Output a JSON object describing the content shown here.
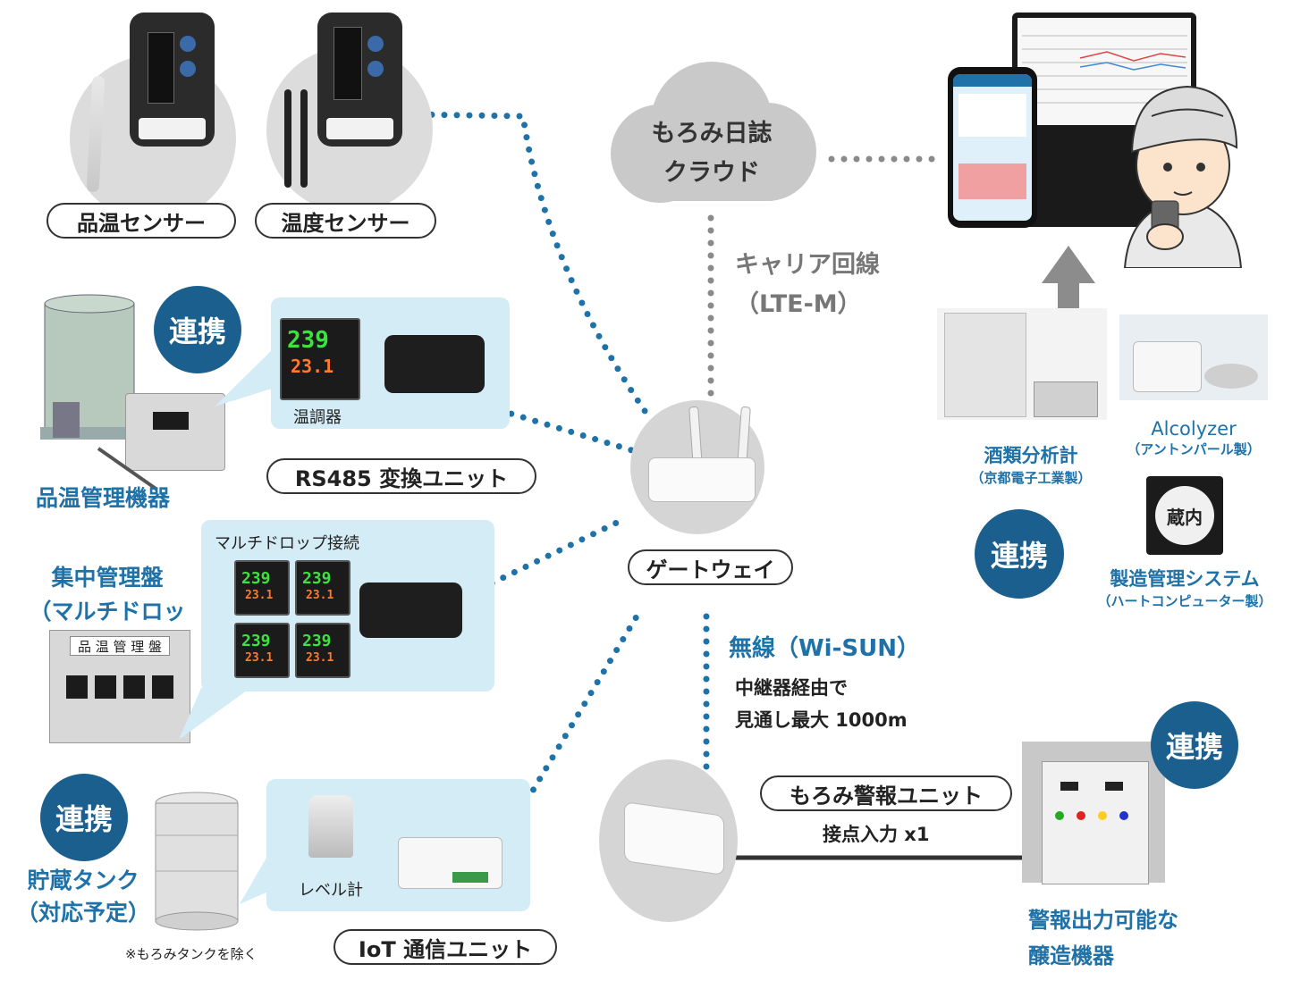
{
  "labels": {
    "hinon_sensor": "品温センサー",
    "ondo_sensor": "温度センサー",
    "cloud_line1": "もろみ日誌",
    "cloud_line2": "クラウド",
    "carrier_line1": "キャリア回線",
    "carrier_line2": "（LTE-M）",
    "renkei": "連携",
    "ondo_choseki": "温調器",
    "rs485": "RS485 変換ユニット",
    "hinon_kanri": "品温管理機器",
    "multidrop_connect": "マルチドロップ接続",
    "shuchu_line1": "集中管理盤",
    "shuchu_line2": "（マルチドロップ）",
    "panel_sign": "品 温 管 理 盤",
    "gateway": "ゲートウェイ",
    "musen": "無線（Wi-SUN）",
    "chukei_line1": "中継器経由で",
    "chukei_line2": "見通し最大 1000m",
    "moromi_alarm": "もろみ警報ユニット",
    "contact_input": "接点入力 x1",
    "alarm_output_line1": "警報出力可能な",
    "alarm_output_line2": "醸造機器",
    "chozo_line1": "貯蔵タンク",
    "chozo_line2": "（対応予定）",
    "exclude_note": "※もろみタンクを除く",
    "level_meter": "レベル計",
    "iot_unit": "IoT 通信ユニット",
    "shurui_line1": "酒類分析計",
    "shurui_line2": "（京都電子工業製）",
    "alcolyzer_line1": "Alcolyzer",
    "alcolyzer_line2": "（アントンパール製）",
    "seizo_line1": "製造管理システム",
    "seizo_line2": "（ハートコンピューター製）",
    "kura_logo": "蔵内"
  },
  "controller_display": {
    "pv": "239",
    "sv": "23.1"
  },
  "colors": {
    "accent_blue": "#1a5f8e",
    "dot_blue": "#1f72a8",
    "dot_gray": "#8a8a8a",
    "panel_bg": "#d4ecf6"
  }
}
